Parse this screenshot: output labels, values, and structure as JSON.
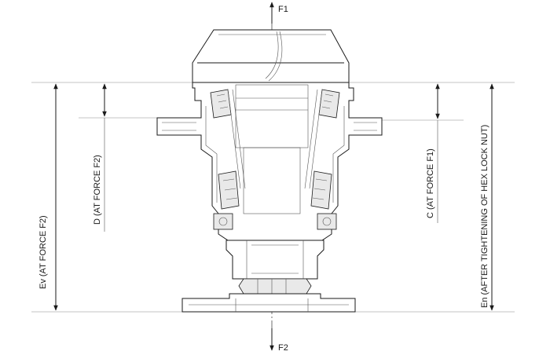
{
  "labels": {
    "force_top": "F1",
    "force_bottom": "F2",
    "dim_ev": "Ev (AT FORCE F2)",
    "dim_d": "D (AT FORCE F2)",
    "dim_c": "C (AT FORCE F1)",
    "dim_en": "En (AFTER TIGHTENING OF HEX LOCK NUT)"
  },
  "icons": {
    "top_arrow": "arrow-up-icon",
    "bottom_arrow": "arrow-down-icon"
  }
}
